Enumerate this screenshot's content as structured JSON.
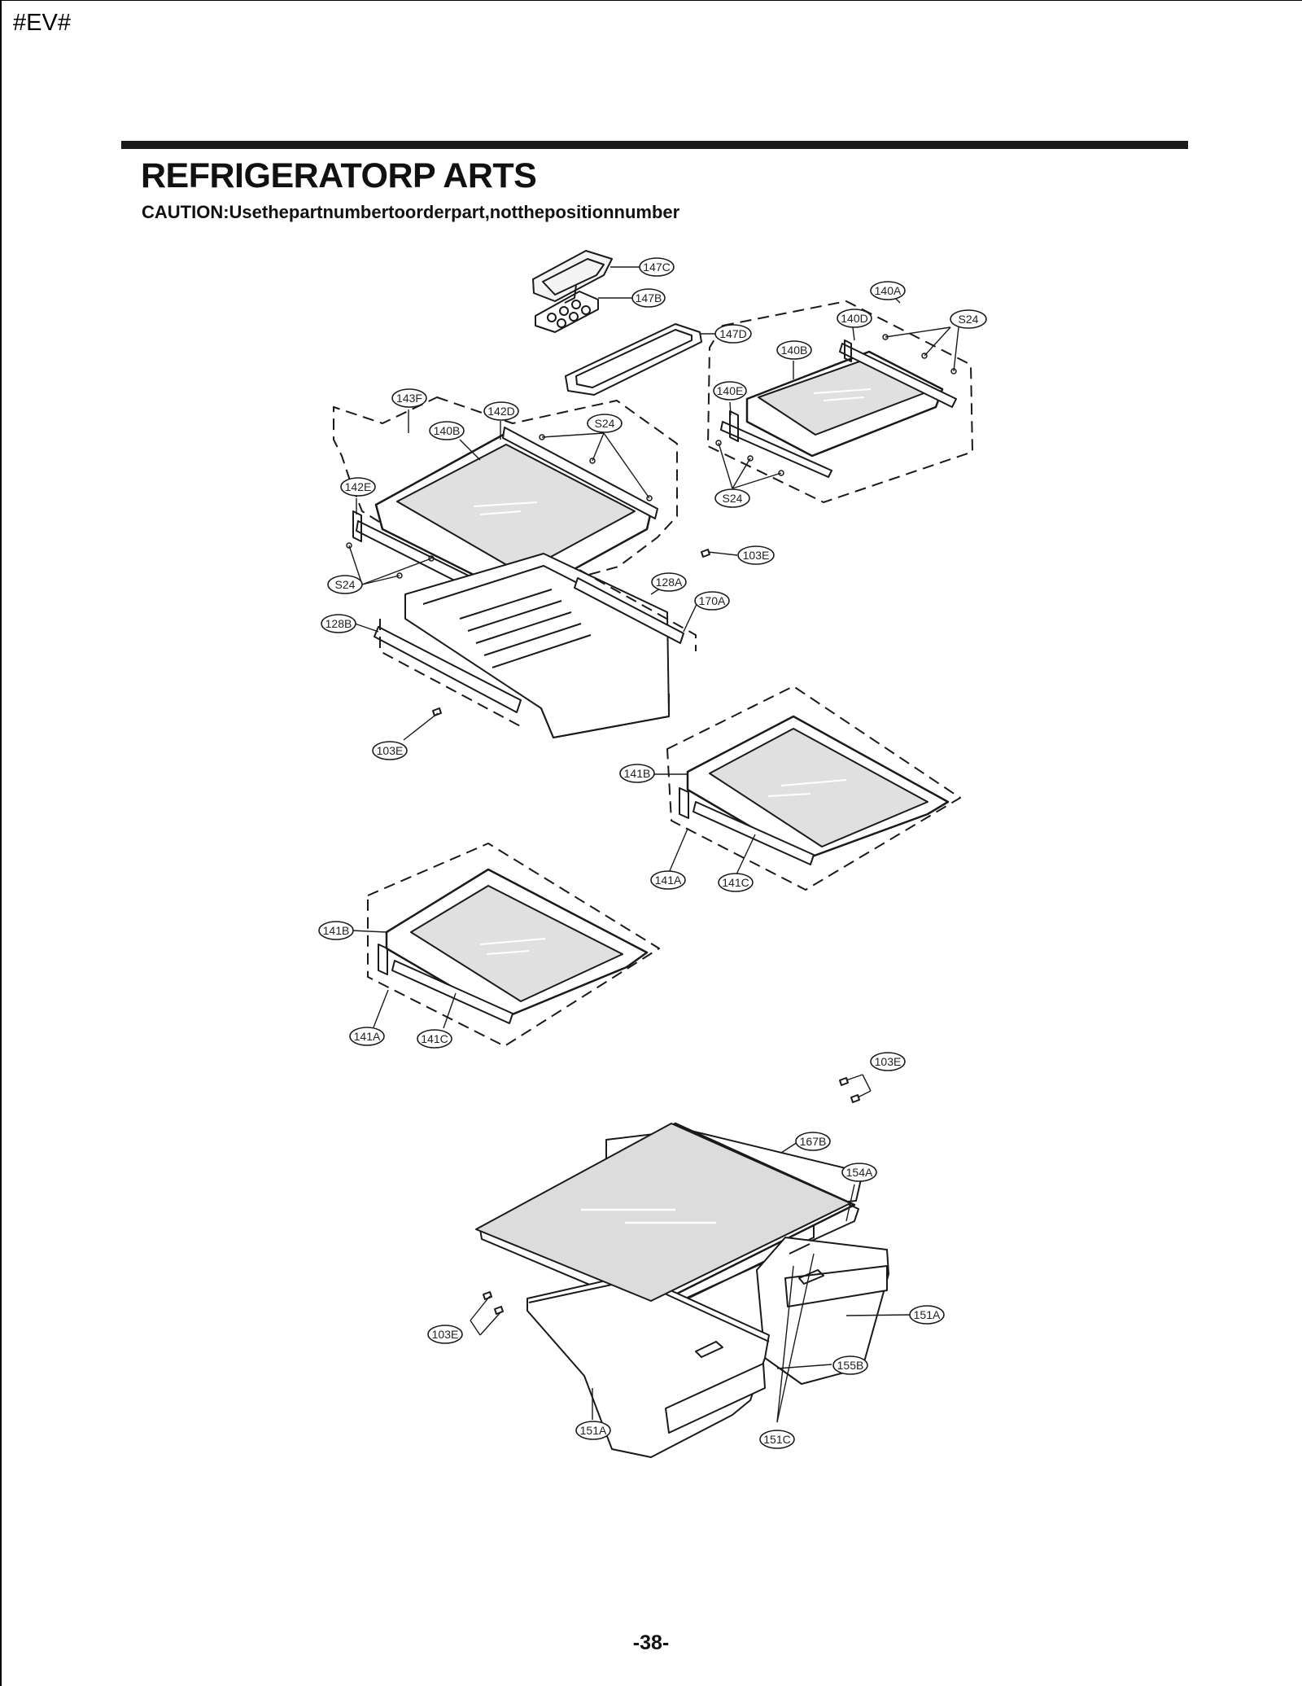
{
  "header": {
    "tag": "#EV#"
  },
  "page": {
    "title": "REFRIGERATORP ARTS",
    "caution": "CAUTION:Usethepartnumbertoorderpart,notthepositionnumber",
    "page_number": "-38-"
  },
  "callouts": {
    "c147C": "147C",
    "c147B": "147B",
    "c147D": "147D",
    "c140A": "140A",
    "c140D": "140D",
    "c140B_a": "140B",
    "c140E": "140E",
    "cS24_a": "S24",
    "cS24_b": "S24",
    "c143F": "143F",
    "c142D": "142D",
    "c140B_b": "140B",
    "cS24_c": "S24",
    "c142E": "142E",
    "cS24_d": "S24",
    "c103E_a": "103E",
    "c128A": "128A",
    "c170A": "170A",
    "c128B": "128B",
    "c103E_b": "103E",
    "c141B_a": "141B",
    "c141A_a": "141A",
    "c141C_a": "141C",
    "c141B_b": "141B",
    "c141A_b": "141A",
    "c141C_b": "141C",
    "c103E_c": "103E",
    "c167B": "167B",
    "c154A": "154A",
    "c151A_a": "151A",
    "c103E_d": "103E",
    "c155B": "155B",
    "c151A_b": "151A",
    "c151C": "151C"
  }
}
